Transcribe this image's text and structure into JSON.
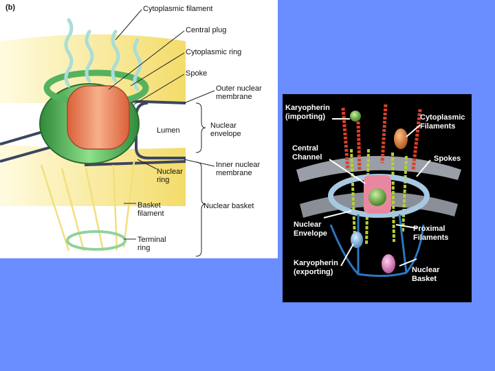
{
  "left_diagram": {
    "panel_label": "(b)",
    "labels": {
      "cytoplasmic_filament": "Cytoplasmic filament",
      "central_plug": "Central plug",
      "cytoplasmic_ring": "Cytoplasmic ring",
      "spoke": "Spoke",
      "outer_nuclear_membrane": "Outer nuclear\nmembrane",
      "lumen": "Lumen",
      "nuclear_envelope": "Nuclear\nenvelope",
      "inner_nuclear_membrane": "Inner nuclear\nmembrane",
      "nuclear_ring": "Nuclear\nring",
      "basket_filament": "Basket\nfilament",
      "nuclear_basket": "Nuclear basket",
      "terminal_ring": "Terminal\nring"
    }
  },
  "right_diagram": {
    "labels": {
      "karyopherin_importing": "Karyopherin\n(importing)",
      "cytoplasmic_filaments": "Cytoplasmic\nFilaments",
      "central_channel": "Central\nChannel",
      "spokes": "Spokes",
      "nuclear_envelope": "Nuclear\nEnvelope",
      "proximal_filaments": "Proximal\nFilaments",
      "karyopherin_exporting": "Karyopherin\n(exporting)",
      "nuclear_basket": "Nuclear\nBasket"
    }
  },
  "colors": {
    "slide_background": "#6a8dff",
    "membrane_yellow": "#f6e27a",
    "ring_green": "#5fbf6a",
    "plug_orange": "#e8825a",
    "filament_teal": "#9fd8d0"
  }
}
